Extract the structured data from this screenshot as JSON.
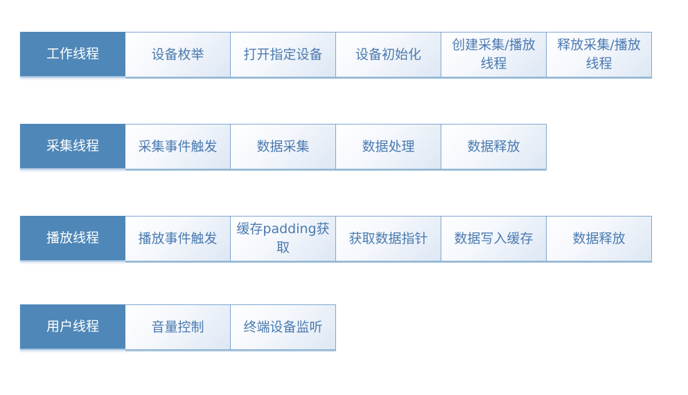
{
  "rows": [
    {
      "head": "工作线程",
      "items": [
        "设备枚举",
        "打开指定设备",
        "设备初始化",
        "创建采集/播放线程",
        "释放采集/播放线程"
      ]
    },
    {
      "head": "采集线程",
      "items": [
        "采集事件触发",
        "数据采集",
        "数据处理",
        "数据释放"
      ]
    },
    {
      "head": "播放线程",
      "items": [
        "播放事件触发",
        "缓存padding获取",
        "获取数据指针",
        "数据写入缓存",
        "数据释放"
      ]
    },
    {
      "head": "用户线程",
      "items": [
        "音量控制",
        "终端设备监听"
      ]
    }
  ],
  "colors": {
    "head_bg": "#4f87b8",
    "item_text": "#4a7ab0",
    "border": "#7ea6cf"
  }
}
